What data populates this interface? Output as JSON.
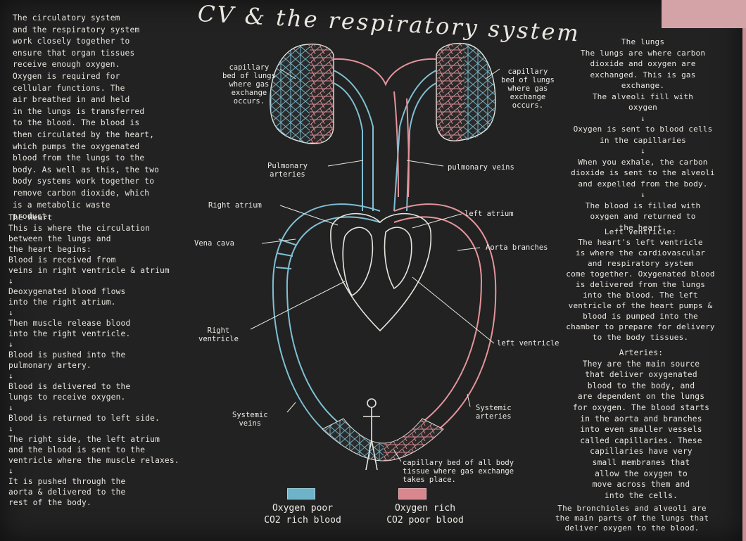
{
  "title": "CV & the respiratory system",
  "left_text_1": "The circulatory system\nand the respiratory system\nwork closely together to\nensure that organ tissues\nreceive enough oxygen.\nOxygen is required for\ncellular functions. The\nair breathed in and held\nin the lungs is transferred\nto the blood. The blood is\nthen circulated by the heart,\nwhich pumps the oxygenated\nblood from the lungs to the\nbody. As well as this, the two\nbody systems work together to\nremove carbon dioxide, which\nis a metabolic waste\nproduct.",
  "left_text_2": "The Heart\nThis is where the circulation\nbetween the lungs and\nthe heart begins:\nBlood is received from\nveins in right ventricle & atrium\n↓\nDeoxygenated blood flows\ninto the right atrium.\n↓\nThen muscle release blood\ninto the right ventricle.\n↓\nBlood is pushed into the\npulmonary artery.\n↓\nBlood is delivered to the\nlungs to receive oxygen.\n↓\nBlood is returned to left side.\n↓\nThe right side, the left atrium\nand the blood is sent to the\nventricle where the muscle relaxes.\n↓\nIt is pushed through the\naorta & delivered to the\nrest of the body.",
  "right_text_1": "The lungs\nThe lungs are where carbon\ndioxide and oxygen are\nexchanged. This is gas\nexchange.\nThe alveoli fill with\noxygen\n↓\nOxygen is sent to blood cells\nin the capillaries\n↓\nWhen you exhale, the carbon\ndioxide is sent to the alveoli\nand expelled from the body.\n↓\nThe blood is filled with\noxygen and returned to\nthe heart.",
  "right_text_2": "Left ventricle:\nThe heart's left ventricle\nis where the cardiovascular\nand respiratory system\ncome together. Oxygenated blood\nis delivered from the lungs\ninto the blood. The left\nventricle of the heart pumps &\nblood is pumped into the\nchamber to prepare for delivery\nto the body tissues.",
  "right_text_3": "Arteries:\nThey are the main source\nthat deliver oxygenated\nblood to the body, and\nare dependent on the lungs\nfor oxygen. The blood starts\nin the aorta and branches\ninto even smaller vessels\ncalled capillaries. These\ncapillaries have very\nsmall membranes that\nallow the oxygen to\nmove across them and\ninto the cells.",
  "right_text_4": "The bronchioles and alveoli are\nthe main parts of the lungs that\ndeliver oxygen to the blood.",
  "labels": {
    "cap_left": "capillary\nbed of lungs\nwhere gas\nexchange\noccurs.",
    "cap_right": "capillary\nbed of lungs\nwhere gas\nexchange\noccurs.",
    "pulm_arteries": "Pulmonary\narteries",
    "pulm_veins": "pulmonary veins",
    "right_atrium": "Right atrium",
    "left_atrium": "left atrium",
    "vena_cava": "Vena cava",
    "aorta_branches": "Aorta branches",
    "right_ventricle": "Right\nventricle",
    "left_ventricle": "left ventricle",
    "systemic_veins": "Systemic\nveins",
    "systemic_arteries": "Systemic\narteries",
    "capillary_body": "capillary bed of all body\ntissue where gas exchange\ntakes place."
  },
  "legend": {
    "poor": "Oxygen poor\nCO2 rich blood",
    "rich": "Oxygen rich\nCO2 poor blood"
  },
  "colors": {
    "board": "#222222",
    "oxygen_poor": "#6fb3c9",
    "oxygen_rich": "#d9878f",
    "chalk": "#e9e6e0"
  }
}
